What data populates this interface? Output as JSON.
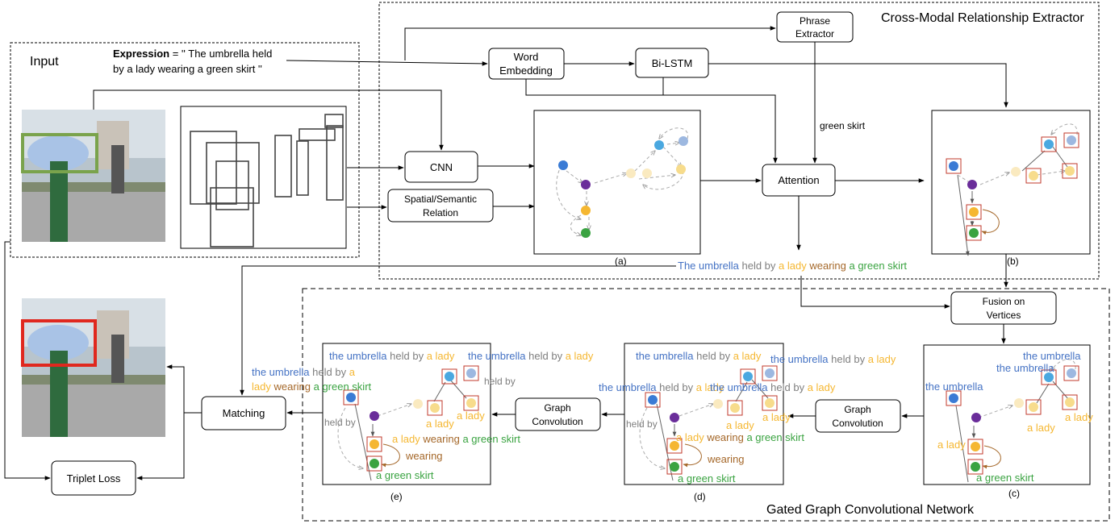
{
  "regions": {
    "input_title": "Input",
    "cmre_title": "Cross-Modal Relationship Extractor",
    "ggcn_title": "Gated Graph Convolutional Network"
  },
  "expression": {
    "key": "Expression",
    "line1": " = '' The umbrella held",
    "line2": "by a lady wearing a green skirt ''"
  },
  "nodes": {
    "phrase_extractor": [
      "Phrase",
      "Extractor"
    ],
    "word_embedding": [
      "Word",
      "Embedding"
    ],
    "bilstm": "Bi-LSTM",
    "cnn": "CNN",
    "spatial_semantic": [
      "Spatial/Semantic",
      "Relation"
    ],
    "attention": "Attention",
    "fusion": [
      "Fusion on",
      "Vertices"
    ],
    "graph_conv": [
      "Graph",
      "Convolution"
    ],
    "matching": "Matching",
    "triplet_loss": "Triplet Loss"
  },
  "labels": {
    "green_skirt": "green skirt",
    "panel_a": "(a)",
    "panel_b": "(b)",
    "panel_c": "(c)",
    "panel_d": "(d)",
    "panel_e": "(e)"
  },
  "sentence": [
    {
      "text": "The umbrella",
      "color": "#4472c4"
    },
    {
      "text": " held by ",
      "color": "#7f7f7f"
    },
    {
      "text": "a lady",
      "color": "#f5b731"
    },
    {
      "text": " wearing ",
      "color": "#a5682a"
    },
    {
      "text": "a green skirt",
      "color": "#3aa341"
    }
  ],
  "graph_text": {
    "the_umbrella": "the umbrella",
    "held_by": "held by",
    "a_lady": "a lady",
    "wearing": "wearing",
    "a_green_skirt": "a green skirt",
    "umbrella_held_by_lady": [
      "the umbrella",
      " held by ",
      "a lady"
    ],
    "lady_wearing_skirt": [
      "a lady",
      " wearing ",
      "a green skirt"
    ],
    "full_e": [
      "the umbrella",
      " held by ",
      "a",
      "lady",
      " wearing ",
      "a green skirt"
    ]
  },
  "colors": {
    "umbrella": "#4472c4",
    "lady": "#f5b731",
    "skirt": "#3aa341",
    "relation": "#7f7f7f",
    "wearing": "#a5682a",
    "node_purple": "#6a2d9a",
    "node_blue": "#3a7bd5",
    "node_lightblue": "#4aa8e0",
    "node_paleblue": "#9db8e0",
    "node_paleyellow": "#faeac0",
    "box_red": "#c0392b",
    "input_bbox": "#7aa34c",
    "output_bbox": "#e0281e"
  }
}
